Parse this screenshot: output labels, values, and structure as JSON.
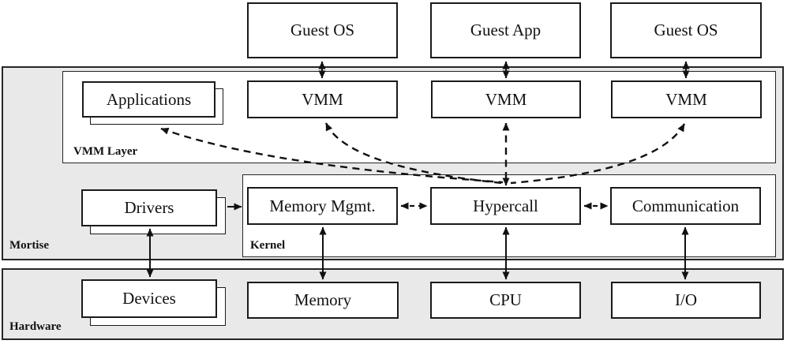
{
  "colors": {
    "canvas": "#ffffff",
    "container_fill": "#e9e9e9",
    "box_fill": "#ffffff",
    "border": "#1a1a1a",
    "arrow": "#111111"
  },
  "guest_row": {
    "boxes": [
      {
        "label": "Guest OS"
      },
      {
        "label": "Guest App"
      },
      {
        "label": "Guest OS"
      }
    ]
  },
  "mortise": {
    "label": "Mortise",
    "vmm_layer": {
      "label": "VMM Layer",
      "applications": {
        "label": "Applications"
      },
      "vmm_boxes": [
        {
          "label": "VMM"
        },
        {
          "label": "VMM"
        },
        {
          "label": "VMM"
        }
      ]
    },
    "drivers": {
      "label": "Drivers"
    },
    "kernel": {
      "label": "Kernel",
      "boxes": [
        {
          "label": "Memory Mgmt."
        },
        {
          "label": "Hypercall"
        },
        {
          "label": "Communication"
        }
      ]
    }
  },
  "hardware": {
    "label": "Hardware",
    "devices": {
      "label": "Devices"
    },
    "boxes": [
      {
        "label": "Memory"
      },
      {
        "label": "CPU"
      },
      {
        "label": "I/O"
      }
    ]
  }
}
